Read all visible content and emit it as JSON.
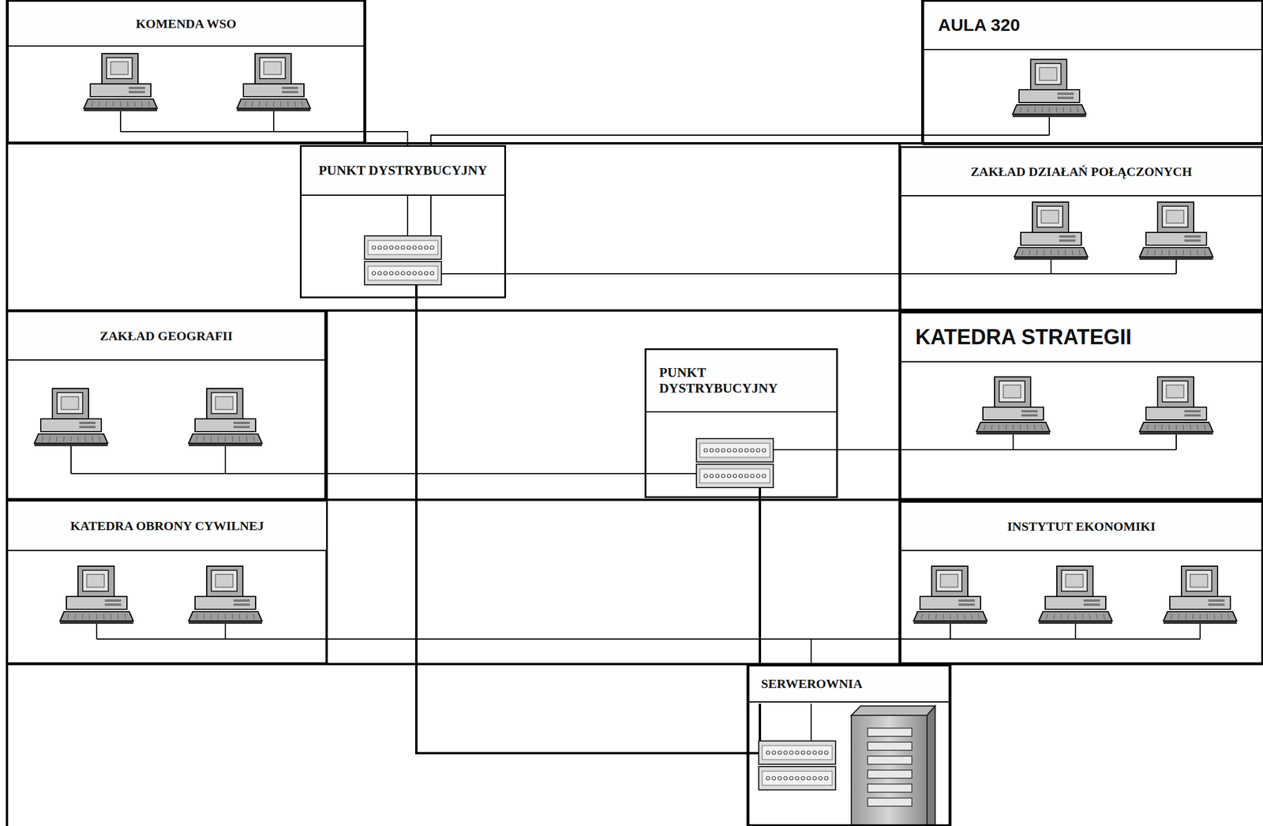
{
  "diagram": {
    "nodes": [
      {
        "text": [
          "KOMENDA WSO"
        ]
      },
      {
        "text": [
          "AULA 320"
        ]
      },
      {
        "text": [
          "PUNKT DYSTRYBUCYJNY"
        ]
      },
      {
        "text": [
          "ZAKŁAD DZIAŁAŃ POŁĄCZONYCH"
        ]
      },
      {
        "text": [
          "ZAKŁAD GEOGRAFII"
        ]
      },
      {
        "text": [
          "PUNKT DYSTRYBUCYJNY"
        ]
      },
      {
        "text": [
          "KATEDRA STRATEGII"
        ]
      },
      {
        "text": [
          "KATEDRA OBRONY CYWILNEJ"
        ]
      },
      {
        "text": [
          "INSTYTUT EKONOMIKI"
        ]
      },
      {
        "text": [
          "SERWEROWNIA"
        ]
      }
    ],
    "edges": [
      {
        "from": 0,
        "to": 2,
        "arrow": "none"
      },
      {
        "from": 1,
        "to": 2,
        "arrow": "none"
      },
      {
        "from": 2,
        "to": 3,
        "arrow": "none"
      },
      {
        "from": 2,
        "to": 9,
        "arrow": "none"
      },
      {
        "from": 4,
        "to": 5,
        "arrow": "none"
      },
      {
        "from": 6,
        "to": 5,
        "arrow": "none"
      },
      {
        "from": 5,
        "to": 9,
        "arrow": "none"
      },
      {
        "from": 7,
        "to": 9,
        "arrow": "none"
      },
      {
        "from": 8,
        "to": 9,
        "arrow": "none"
      }
    ]
  }
}
